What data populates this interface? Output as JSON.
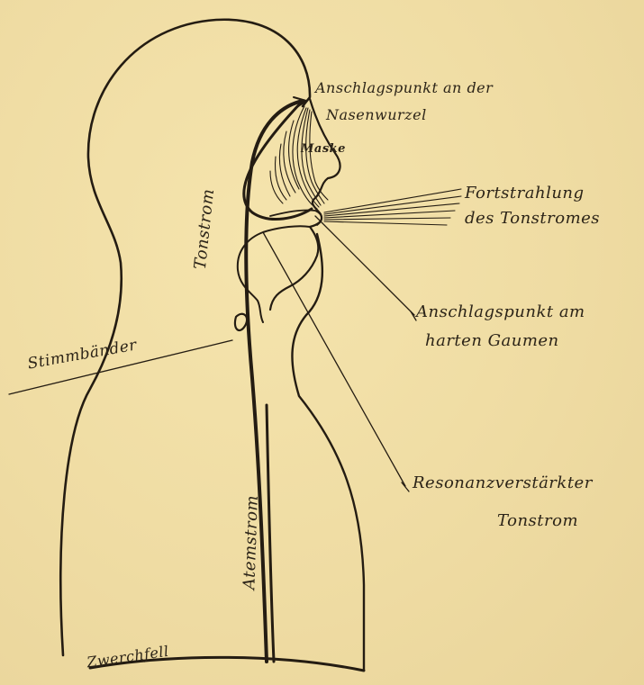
{
  "labels": {
    "anschlag_nase": [
      "Anschlagspunkt an der",
      "Nasenwurzel"
    ],
    "maske": "Maske",
    "fortstrahlung": [
      "Fortstrahlung",
      "des Tonstromes"
    ],
    "tonstrom_vertical": "Tonstrom",
    "anschlag_gaumen": [
      "Anschlagspunkt am",
      "harten Gaumen"
    ],
    "stimmbaender": "Stimmbänder",
    "resonanz": [
      "Resonanzverstärkter",
      "Tonstrom"
    ],
    "atemstrom": "Atemstrom",
    "zwerchfell": "Zwerchfell"
  },
  "colors": {
    "paper": "#f1dfa6",
    "ink": "#241c12"
  }
}
